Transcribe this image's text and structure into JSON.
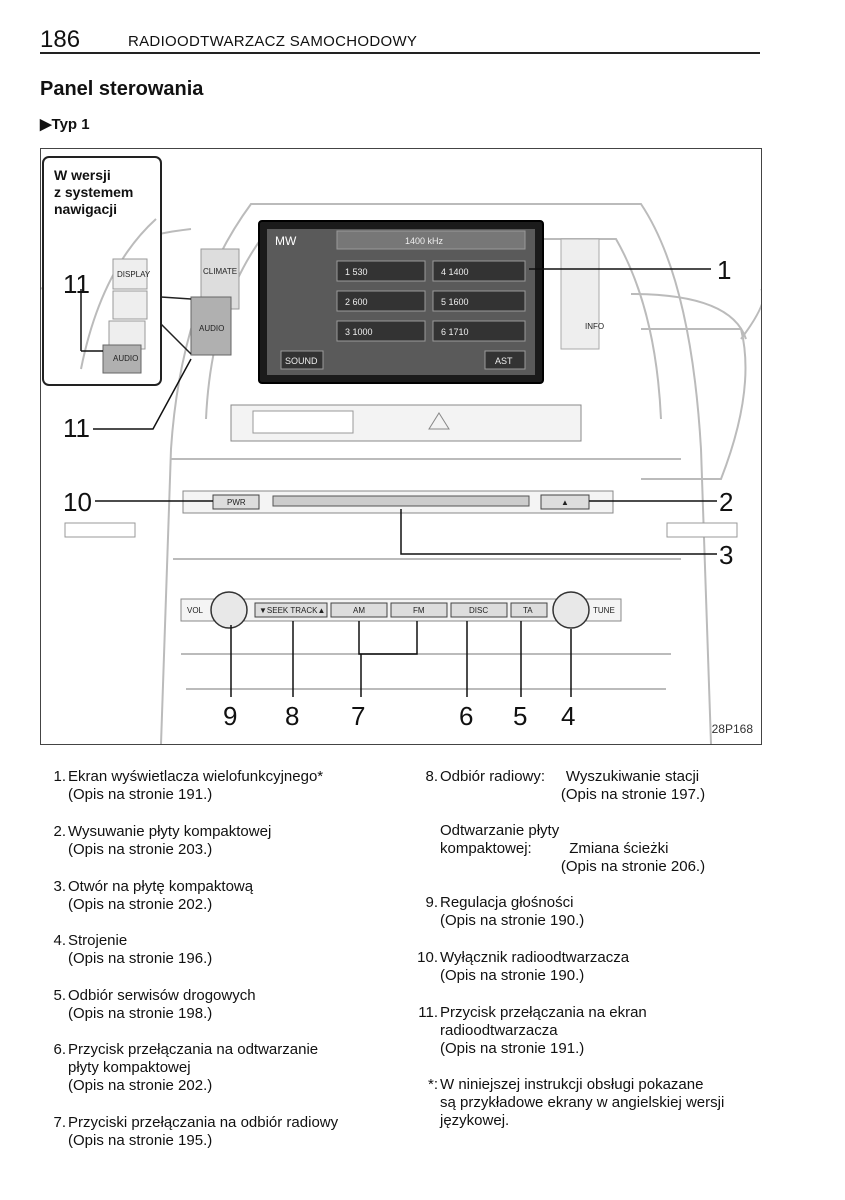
{
  "header": {
    "page_number": "186",
    "chapter": "RADIOODTWARZACZ SAMOCHODOWY"
  },
  "section_title": "Panel sterowania",
  "type_label": "▶Typ 1",
  "figure": {
    "nav_note": "W wersji\nz systemem\nnawigacji",
    "code": "28P168",
    "callouts": [
      "1",
      "2",
      "3",
      "4",
      "5",
      "6",
      "7",
      "8",
      "9",
      "10",
      "11",
      "11"
    ],
    "screen": {
      "band": "MW",
      "frequency": "1400 kHz",
      "presets": [
        "1   530",
        "4   1400",
        "2   600",
        "5   1600",
        "3   1000",
        "6   1710"
      ],
      "sound_button": "SOUND",
      "ast_button": "AST"
    },
    "buttons": {
      "pwr": "PWR",
      "eject": "▲",
      "vol": "VOL",
      "tune": "TUNE",
      "seek": "▼SEEK TRACK▲",
      "am": "AM",
      "fm": "FM",
      "disc": "DISC",
      "ta": "TA",
      "audio": "AUDIO",
      "climate": "CLIMATE",
      "info": "INFO",
      "display": "DISPLAY"
    }
  },
  "legend_left": [
    {
      "num": "1.",
      "text": "Ekran wyświetlacza wielofunkcyjnego*\n(Opis na stronie 191.)"
    },
    {
      "num": "2.",
      "text": "Wysuwanie płyty kompaktowej\n(Opis na stronie 203.)"
    },
    {
      "num": "3.",
      "text": "Otwór na płytę kompaktową\n(Opis na stronie 202.)"
    },
    {
      "num": "4.",
      "text": "Strojenie\n(Opis na stronie 196.)"
    },
    {
      "num": "5.",
      "text": "Odbiór serwisów drogowych\n(Opis na stronie 198.)"
    },
    {
      "num": "6.",
      "text": "Przycisk przełączania na odtwarzanie\npłyty kompaktowej\n(Opis na stronie 202.)"
    },
    {
      "num": "7.",
      "text": "Przyciski przełączania na odbiór radiowy\n(Opis na stronie 195.)"
    }
  ],
  "legend_right": [
    {
      "num": "8.",
      "text": "Odbiór radiowy:     Wyszukiwanie stacji\n                             (Opis na stronie 197.)\n\nOdtwarzanie płyty\nkompaktowej:         Zmiana ścieżki\n                             (Opis na stronie 206.)"
    },
    {
      "num": "9.",
      "text": "Regulacja głośności\n(Opis na stronie 190.)"
    },
    {
      "num": "10.",
      "text": "Wyłącznik radioodtwarzacza\n(Opis na stronie 190.)"
    },
    {
      "num": "11.",
      "text": "Przycisk przełączania na ekran\nradioodtwarzacza\n(Opis na stronie 191.)"
    },
    {
      "num": "*:",
      "text": "W niniejszej instrukcji obsługi pokazane\nsą przykładowe ekrany w angielskiej wersji\njęzykowej."
    }
  ]
}
